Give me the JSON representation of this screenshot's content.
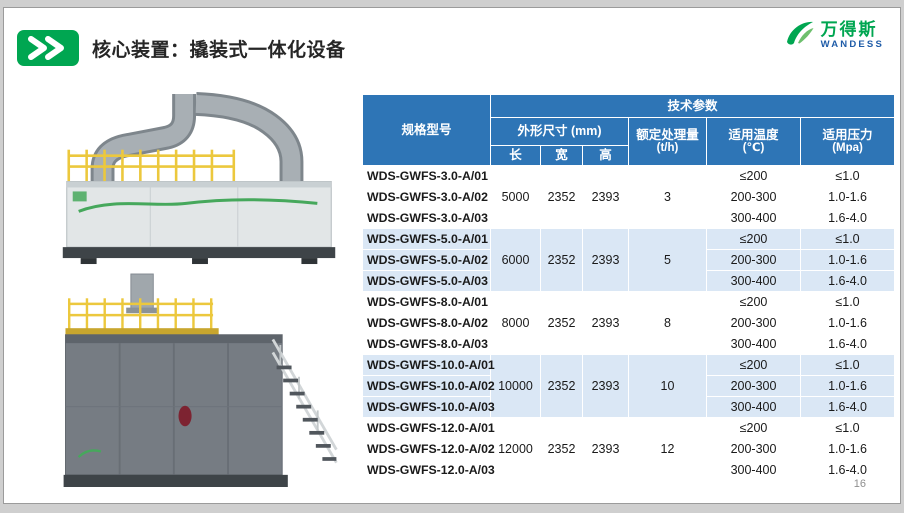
{
  "slide": {
    "title": "核心装置：撬装式一体化设备",
    "page_number": "16"
  },
  "logo": {
    "name_cn": "万得斯",
    "name_en": "WANDESS"
  },
  "icons": {
    "badge": "double-chevron-right",
    "logo": "wandess-leaf-swoosh"
  },
  "colors": {
    "accent-green": "#00A651",
    "logo-blue": "#1F5CA8",
    "header-blue": "#2E75B6",
    "band-blue": "#DAE7F5",
    "title-color": "#262626"
  },
  "table": {
    "header": {
      "spec_model": "规格型号",
      "tech_params": "技术参数",
      "dimensions": "外形尺寸 (mm)",
      "length": "长",
      "width": "宽",
      "height": "高",
      "capacity_label": "额定处理量",
      "capacity_unit": "(t/h)",
      "temp_label": "适用温度",
      "temp_unit": "(℃)",
      "pressure_label": "适用压力",
      "pressure_unit": "(Mpa)"
    },
    "groups": [
      {
        "shaded": false,
        "models": [
          "WDS-GWFS-3.0-A/01",
          "WDS-GWFS-3.0-A/02",
          "WDS-GWFS-3.0-A/03"
        ],
        "length": "5000",
        "width": "2352",
        "height": "2393",
        "capacity": "3",
        "temps": [
          "≤200",
          "200-300",
          "300-400"
        ],
        "pressures": [
          "≤1.0",
          "1.0-1.6",
          "1.6-4.0"
        ]
      },
      {
        "shaded": true,
        "models": [
          "WDS-GWFS-5.0-A/01",
          "WDS-GWFS-5.0-A/02",
          "WDS-GWFS-5.0-A/03"
        ],
        "length": "6000",
        "width": "2352",
        "height": "2393",
        "capacity": "5",
        "temps": [
          "≤200",
          "200-300",
          "300-400"
        ],
        "pressures": [
          "≤1.0",
          "1.0-1.6",
          "1.6-4.0"
        ]
      },
      {
        "shaded": false,
        "models": [
          "WDS-GWFS-8.0-A/01",
          "WDS-GWFS-8.0-A/02",
          "WDS-GWFS-8.0-A/03"
        ],
        "length": "8000",
        "width": "2352",
        "height": "2393",
        "capacity": "8",
        "temps": [
          "≤200",
          "200-300",
          "300-400"
        ],
        "pressures": [
          "≤1.0",
          "1.0-1.6",
          "1.6-4.0"
        ]
      },
      {
        "shaded": true,
        "models": [
          "WDS-GWFS-10.0-A/01",
          "WDS-GWFS-10.0-A/02",
          "WDS-GWFS-10.0-A/03"
        ],
        "length": "10000",
        "width": "2352",
        "height": "2393",
        "capacity": "10",
        "temps": [
          "≤200",
          "200-300",
          "300-400"
        ],
        "pressures": [
          "≤1.0",
          "1.0-1.6",
          "1.6-4.0"
        ]
      },
      {
        "shaded": false,
        "models": [
          "WDS-GWFS-12.0-A/01",
          "WDS-GWFS-12.0-A/02",
          "WDS-GWFS-12.0-A/03"
        ],
        "length": "12000",
        "width": "2352",
        "height": "2393",
        "capacity": "12",
        "temps": [
          "≤200",
          "200-300",
          "300-400"
        ],
        "pressures": [
          "≤1.0",
          "1.0-1.6",
          "1.6-4.0"
        ]
      }
    ]
  }
}
